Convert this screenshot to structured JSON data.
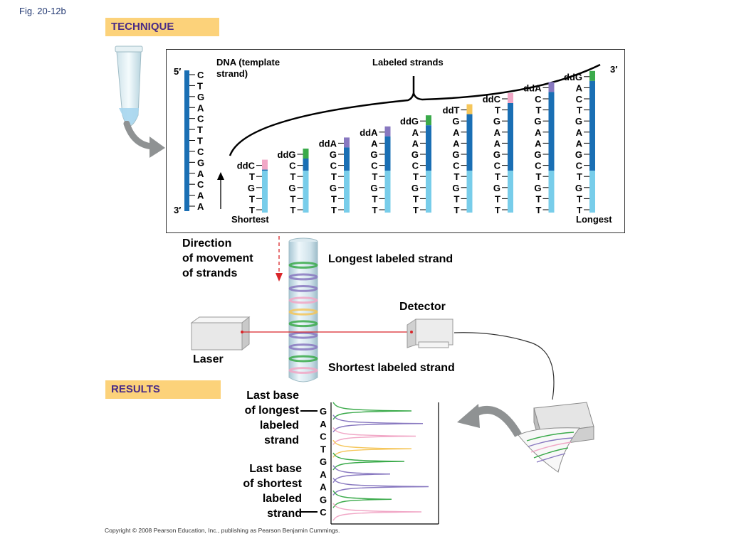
{
  "figure_label": "Fig. 20-12b",
  "technique_banner": "TECHNIQUE",
  "results_banner": "RESULTS",
  "template": {
    "label": "DNA (template strand)",
    "label_line1": "DNA (template",
    "label_line2": "strand)",
    "end_top": "5′",
    "end_bottom": "3′",
    "bases": [
      "C",
      "T",
      "G",
      "A",
      "C",
      "T",
      "T",
      "C",
      "G",
      "A",
      "C",
      "A",
      "A"
    ]
  },
  "labeled_strands_label": "Labeled strands",
  "shortest_label": "Shortest",
  "longest_label": "Longest",
  "longest_end": "3′",
  "strands": [
    {
      "dd": "ddC",
      "bases": [
        "T",
        "G",
        "T",
        "T"
      ],
      "color": "#f1a7c6"
    },
    {
      "dd": "ddG",
      "bases": [
        "C",
        "T",
        "G",
        "T",
        "T"
      ],
      "color": "#3aaa4a"
    },
    {
      "dd": "ddA",
      "bases": [
        "G",
        "C",
        "T",
        "G",
        "T",
        "T"
      ],
      "color": "#8878c0"
    },
    {
      "dd": "ddA",
      "bases": [
        "A",
        "G",
        "C",
        "T",
        "G",
        "T",
        "T"
      ],
      "color": "#8878c0"
    },
    {
      "dd": "ddG",
      "bases": [
        "A",
        "A",
        "G",
        "C",
        "T",
        "G",
        "T",
        "T"
      ],
      "color": "#3aaa4a"
    },
    {
      "dd": "ddT",
      "bases": [
        "G",
        "A",
        "A",
        "G",
        "C",
        "T",
        "G",
        "T",
        "T"
      ],
      "color": "#f5c65a"
    },
    {
      "dd": "ddC",
      "bases": [
        "T",
        "G",
        "A",
        "A",
        "G",
        "C",
        "T",
        "G",
        "T",
        "T"
      ],
      "color": "#f1a7c6"
    },
    {
      "dd": "ddA",
      "bases": [
        "C",
        "T",
        "G",
        "A",
        "A",
        "G",
        "C",
        "T",
        "G",
        "T",
        "T"
      ],
      "color": "#8878c0"
    },
    {
      "dd": "ddG",
      "bases": [
        "A",
        "C",
        "T",
        "G",
        "A",
        "A",
        "G",
        "C",
        "T",
        "G",
        "T",
        "T"
      ],
      "color": "#3aaa4a"
    }
  ],
  "direction_label": [
    "Direction",
    "of movement",
    "of strands"
  ],
  "longest_labeled_strand": "Longest labeled strand",
  "shortest_labeled_strand": "Shortest labeled strand",
  "detector_label": "Detector",
  "laser_label": "Laser",
  "last_base_longest": [
    "Last base",
    "of longest",
    "labeled",
    "strand"
  ],
  "last_base_shortest": [
    "Last base",
    "of shortest",
    "labeled",
    "strand"
  ],
  "result_sequence": [
    "G",
    "A",
    "C",
    "T",
    "G",
    "A",
    "A",
    "G",
    "C"
  ],
  "peak_colors": [
    "#3aaa4a",
    "#8878c0",
    "#f1a7c6",
    "#f5c65a",
    "#3aaa4a",
    "#8878c0",
    "#8878c0",
    "#3aaa4a",
    "#f1a7c6"
  ],
  "gel_band_colors": [
    "#3aaa4a",
    "#8878c0",
    "#8878c0",
    "#f1a7c6",
    "#f5c65a",
    "#3aaa4a",
    "#8878c0",
    "#8878c0",
    "#3aaa4a",
    "#f1a7c6"
  ],
  "copyright": "Copyright © 2008 Pearson Education, Inc., publishing as Pearson Benjamin Cummings.",
  "colors": {
    "template_strand": "#1a6fb4",
    "new_strand": "#78cdea",
    "banner_bg": "#fcd27a",
    "banner_text": "#4a2c86",
    "laser_beam": "#d9262a",
    "arrow_gray": "#8f9293"
  }
}
